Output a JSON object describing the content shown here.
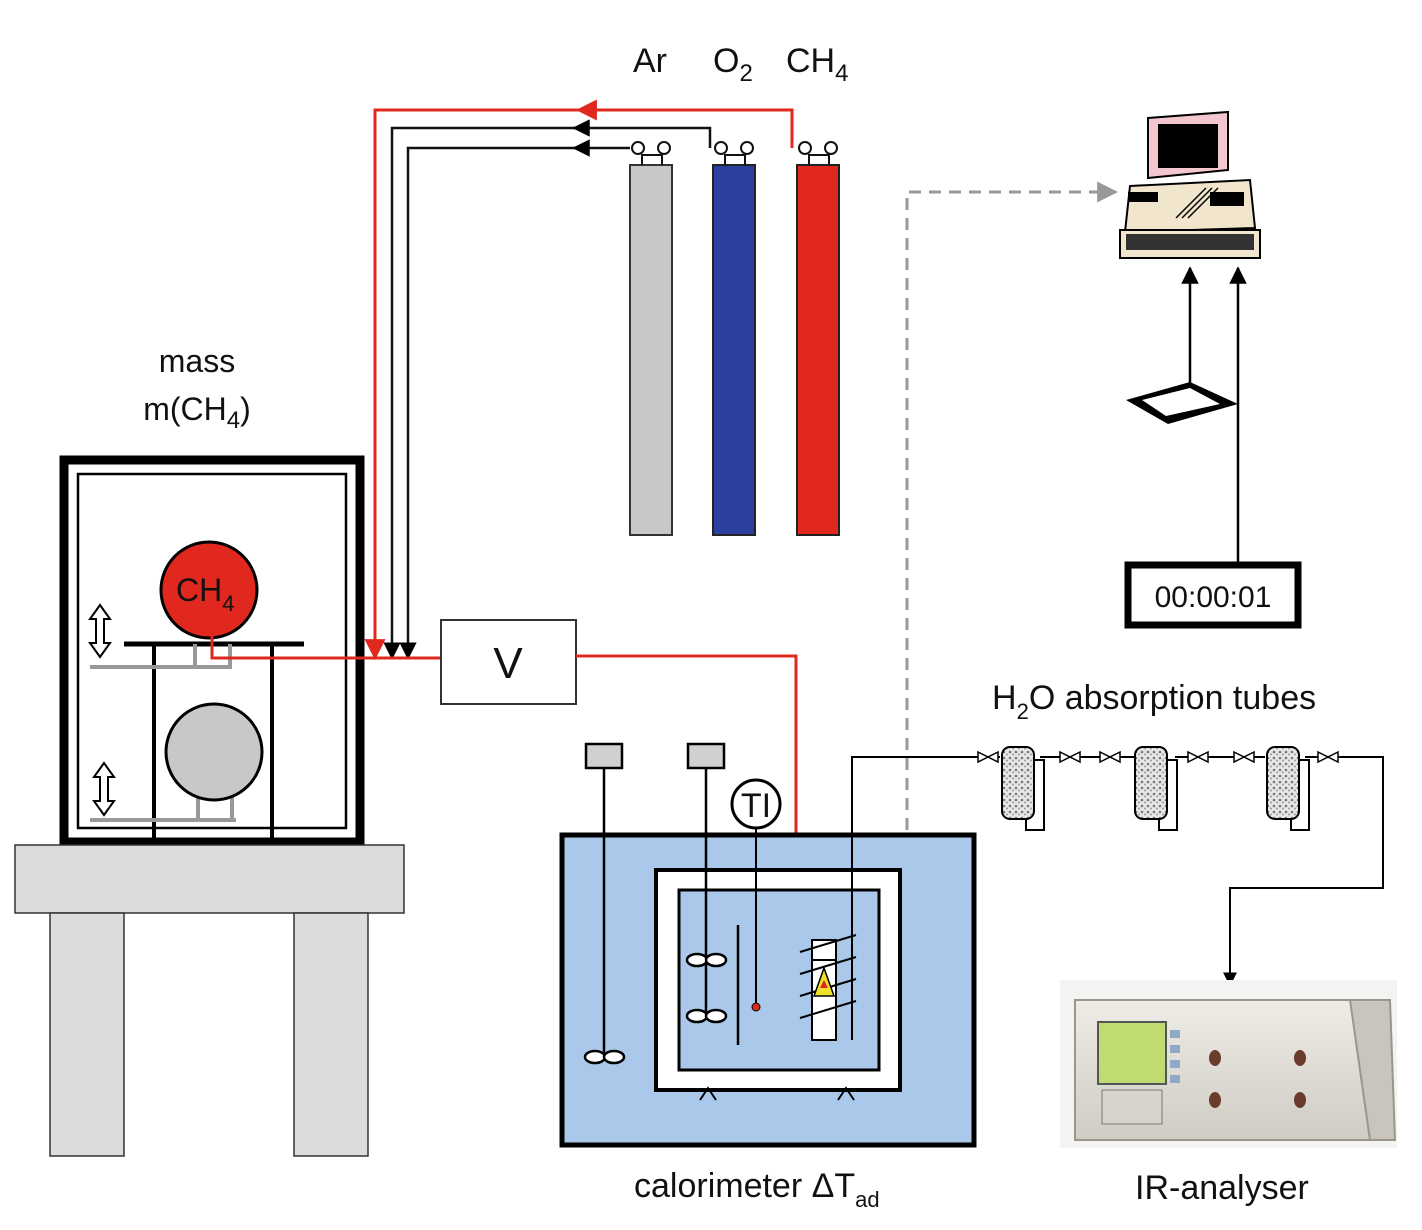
{
  "labels": {
    "ar": "Ar",
    "o2_main": "O",
    "o2_sub": "2",
    "ch4_main": "CH",
    "ch4_sub": "4",
    "mass": "mass",
    "mass_formula_main": "m(CH",
    "mass_formula_sub": "4",
    "mass_formula_close": ")",
    "balloon_main": "CH",
    "balloon_sub": "4",
    "valve": "V",
    "ti": "TI",
    "timer": "00:00:01",
    "h2o_main": "H",
    "h2o_sub": "2",
    "h2o_rest": "O absorption tubes",
    "calorimeter_main": "calorimeter ΔT",
    "calorimeter_sub": "ad",
    "ir_analyser": "IR-analyser"
  },
  "colors": {
    "gas_line_red": "#e0281e",
    "argon_cylinder": "#c8c8c8",
    "oxygen_cylinder": "#2b3f9e",
    "methane_cylinder": "#e0281e",
    "calorimeter_bath": "#a9c8ea",
    "table_gray": "#dcdcdc",
    "signal_dashed": "#999999"
  },
  "icons": {
    "computer": "computer-icon",
    "data-logger": "data-logger-icon",
    "ir-analyser": "ir-analyser-device-icon",
    "absorption-tube": "absorption-tube-icon"
  }
}
